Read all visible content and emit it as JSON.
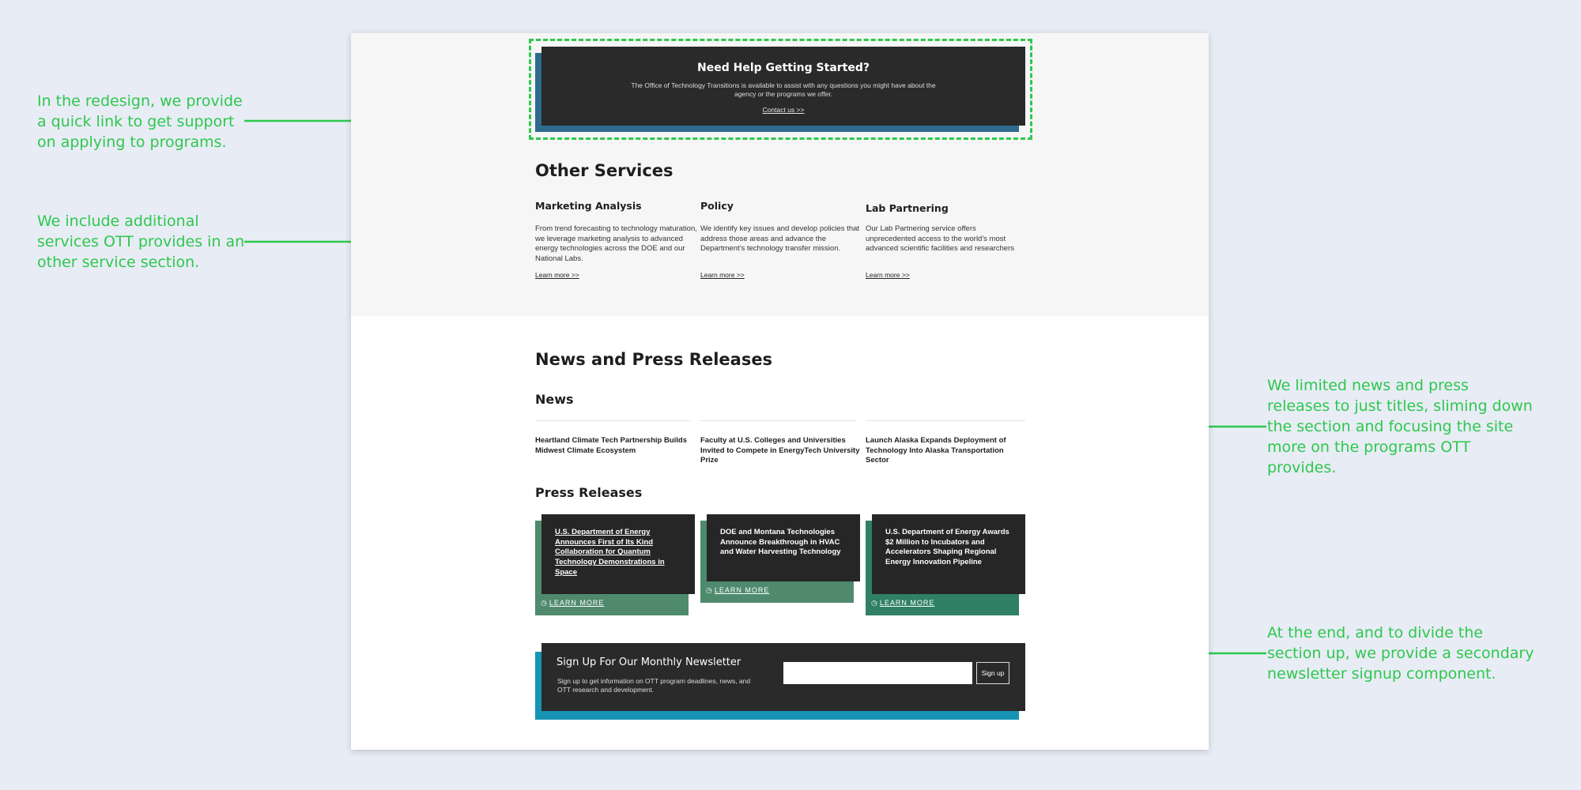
{
  "annotations": {
    "support": [
      "In the redesign, we provide",
      "a quick link to get support",
      "on applying to programs."
    ],
    "services": [
      "We include additional",
      "services OTT provides in an",
      "other service section."
    ],
    "news": [
      "We limited news and press",
      "releases to just titles, sliming down",
      "the section and focusing the site",
      "more on the programs OTT",
      "provides."
    ],
    "newsletter": [
      "At the end, and to divide the",
      "section up, we provide a secondary",
      "newsletter signup component."
    ]
  },
  "help": {
    "title": "Need Help Getting Started?",
    "body": "The Office of Technology Transitions is available to assist with any questions you might have about the agency or the programs we offer.",
    "link": "Contact us >>"
  },
  "other_services": {
    "heading": "Other Services",
    "items": [
      {
        "title": "Marketing Analysis",
        "desc": "From trend forecasting to technology maturation, we leverage marketing analysis to advanced energy technologies across the DOE and our National Labs.",
        "link": "Learn more >>"
      },
      {
        "title": "Policy",
        "desc": "We identify key issues and develop policies that address those areas and advance the Department's technology transfer mission.",
        "link": "Learn more >>"
      },
      {
        "title": "Lab Partnering",
        "desc": "Our Lab Partnering service offers unprecedented access to the world's most advanced scientific facilities and researchers",
        "link": "Learn more >>"
      }
    ]
  },
  "news_section": {
    "heading": "News and Press Releases",
    "news_heading": "News",
    "news": [
      "Heartland Climate Tech Partnership Builds Midwest Climate Ecosystem",
      "Faculty at U.S. Colleges and Universities Invited to Compete in EnergyTech University Prize",
      "Launch Alaska Expands Deployment of Technology Into Alaska Transportation Sector"
    ],
    "press_heading": "Press Releases",
    "press": [
      {
        "title": "U.S. Department of Energy Announces First of Its Kind Collaboration for Quantum Technology Demonstrations in Space",
        "link": "LEARN MORE"
      },
      {
        "title": "DOE and Montana Technologies Announce Breakthrough in HVAC and Water Harvesting Technology",
        "link": "LEARN MORE"
      },
      {
        "title": "U.S. Department of Energy Awards $2 Million to Incubators and Accelerators Shaping Regional Energy Innovation Pipeline",
        "link": "LEARN MORE"
      }
    ]
  },
  "newsletter": {
    "title": "Sign Up For Our Monthly Newsletter",
    "body": "Sign up to get information on OTT program deadlines, news, and OTT research and development.",
    "input_value": "",
    "button": "Sign up"
  },
  "colors": {
    "annotation": "#2dc84d",
    "help_shadow": "#2f6a8f",
    "press_shadow": "#4f8a6d",
    "newsletter_shadow": "#1794b4",
    "card": "#2a2a2a"
  },
  "icons": {
    "learn_more": "clock-icon"
  }
}
